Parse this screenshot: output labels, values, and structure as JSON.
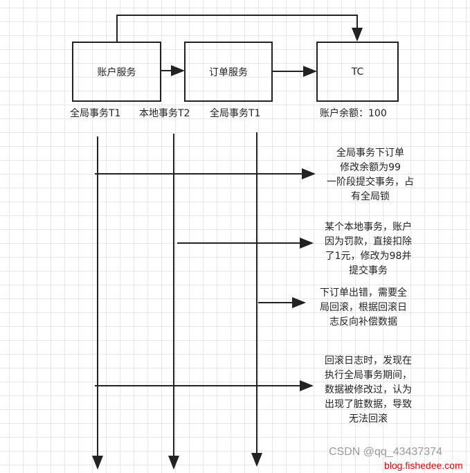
{
  "boxes": {
    "account": "账户服务",
    "order": "订单服务",
    "tc": "TC"
  },
  "labels": {
    "t1_left": "全局事务T1",
    "t2": "本地事务T2",
    "t1_right": "全局事务T1",
    "balance": "账户余额：100"
  },
  "notes": [
    "全局事务下订单\n修改余额为99\n一阶段提交事务，占\n有全局锁",
    "某个本地事务，账户\n因为罚款，直接扣除\n了1元，修改为98并\n提交事务",
    "下订单出错，需要全\n局回滚，根据回滚日\n志反向补偿数据",
    "回滚日志时，发现在\n执行全局事务期间，\n数据被修改过，认为\n出现了脏数据，导致\n无法回滚"
  ],
  "watermark": "CSDN @qq_43437374",
  "watermark2": "blog.fishedee.com"
}
